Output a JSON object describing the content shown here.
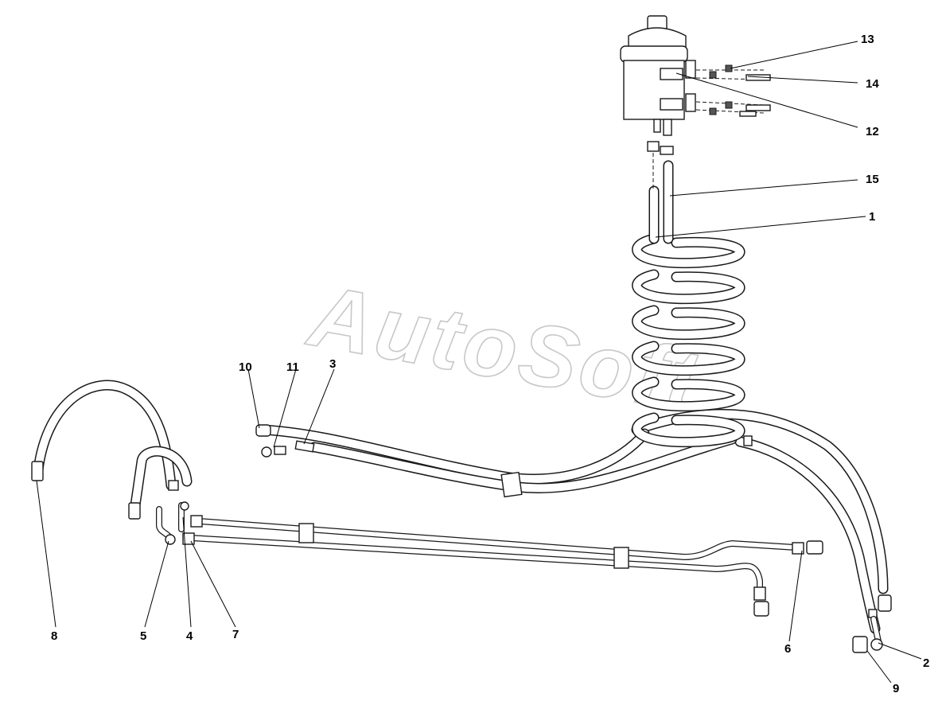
{
  "diagram": {
    "watermark_text": "AutoSoft",
    "callouts": [
      {
        "id": "c13",
        "text": "13"
      },
      {
        "id": "c14",
        "text": "14"
      },
      {
        "id": "c12",
        "text": "12"
      },
      {
        "id": "c15",
        "text": "15"
      },
      {
        "id": "c1",
        "text": "1"
      },
      {
        "id": "c10",
        "text": "10"
      },
      {
        "id": "c11",
        "text": "11"
      },
      {
        "id": "c3",
        "text": "3"
      },
      {
        "id": "c8",
        "text": "8"
      },
      {
        "id": "c5",
        "text": "5"
      },
      {
        "id": "c4",
        "text": "4"
      },
      {
        "id": "c7",
        "text": "7"
      },
      {
        "id": "c6",
        "text": "6"
      },
      {
        "id": "c2",
        "text": "2"
      },
      {
        "id": "c9",
        "text": "9"
      }
    ]
  }
}
